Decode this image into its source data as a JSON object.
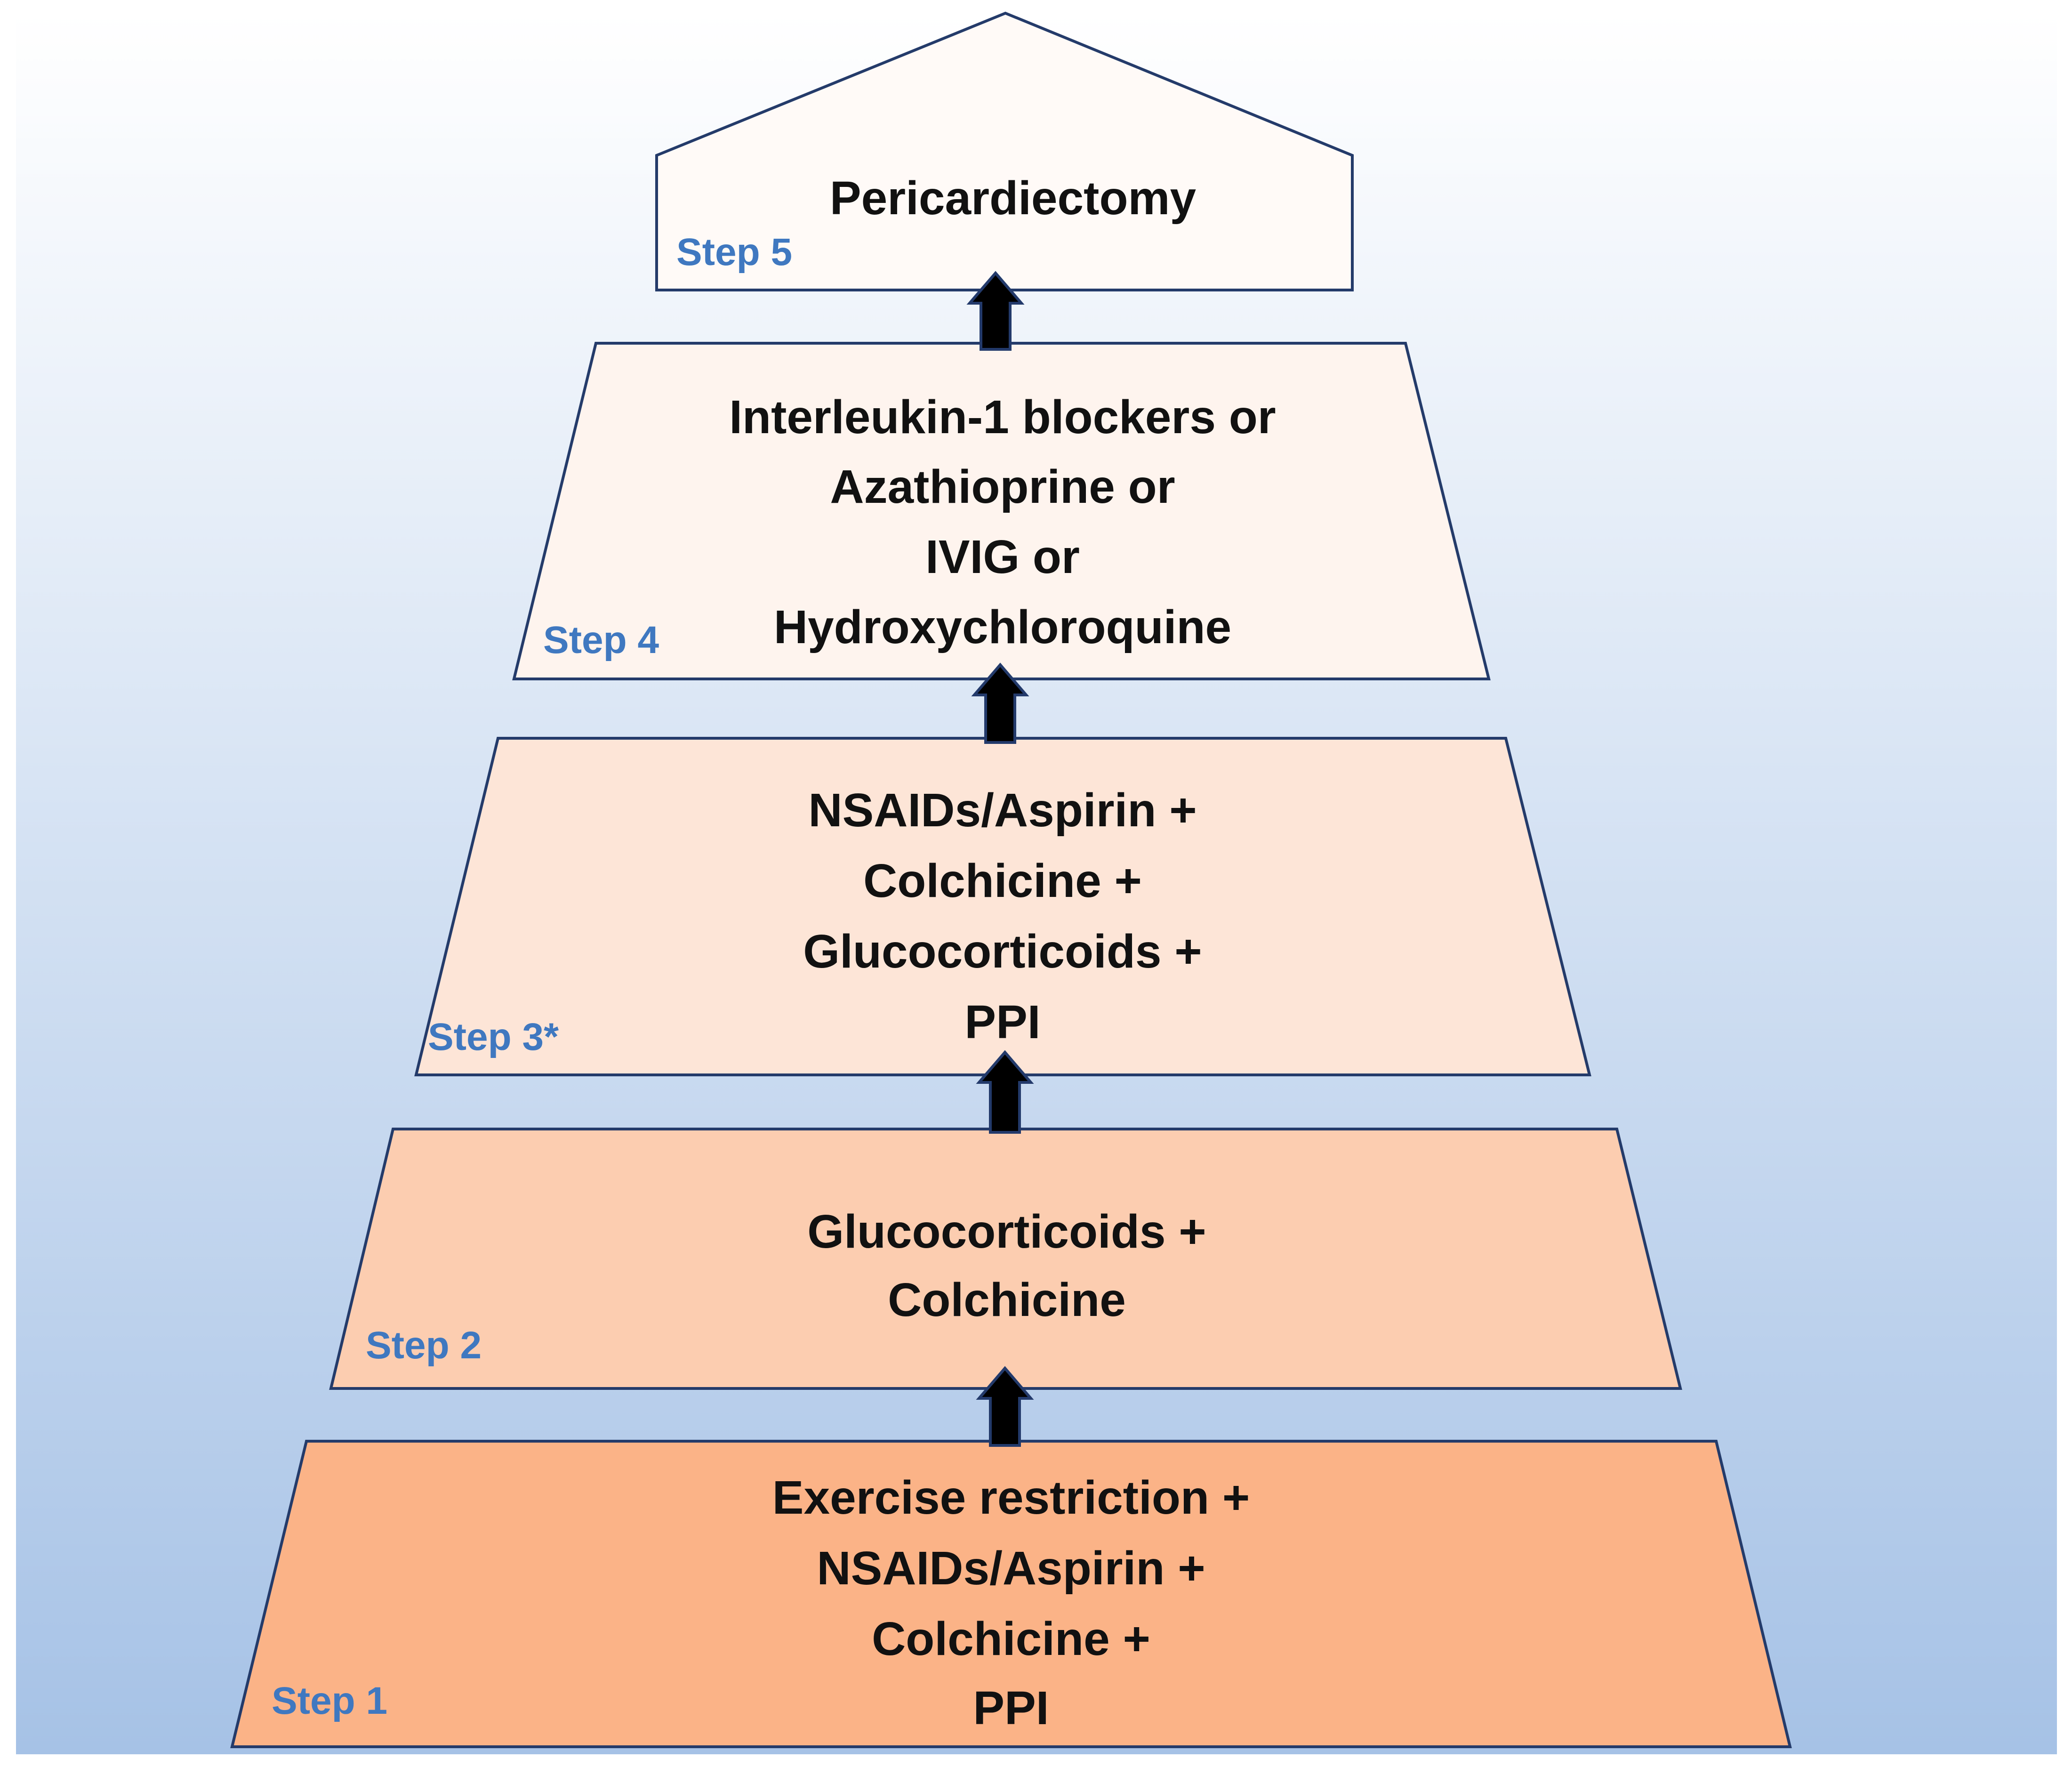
{
  "colors": {
    "background_top": "#ffffff",
    "background_bottom": "#a6c2e6",
    "step_label": "#3f78c0",
    "outline": "#243b6a",
    "arrow": "#000000",
    "arrow_edge": "#233a6b"
  },
  "steps": [
    {
      "id": "step-5",
      "step_label": "Step 5",
      "lines": [
        "Pericardiectomy"
      ],
      "fill": "#fffaf7"
    },
    {
      "id": "step-4",
      "step_label": "Step 4",
      "lines": [
        "Interleukin-1 blockers or",
        "Azathioprine or",
        "IVIG or",
        "Hydroxychloroquine"
      ],
      "fill": "#fef4ee"
    },
    {
      "id": "step-3",
      "step_label": "Step 3*",
      "lines": [
        "NSAIDs/Aspirin +",
        "Colchicine +",
        "Glucocorticoids +",
        "PPI"
      ],
      "fill": "#fde5d7"
    },
    {
      "id": "step-2",
      "step_label": "Step 2",
      "lines": [
        "Glucocorticoids +",
        "Colchicine"
      ],
      "fill": "#fccdb0"
    },
    {
      "id": "step-1",
      "step_label": "Step 1",
      "lines": [
        "Exercise restriction +",
        "NSAIDs/Aspirin +",
        "Colchicine +",
        "PPI"
      ],
      "fill": "#fbb387"
    }
  ]
}
